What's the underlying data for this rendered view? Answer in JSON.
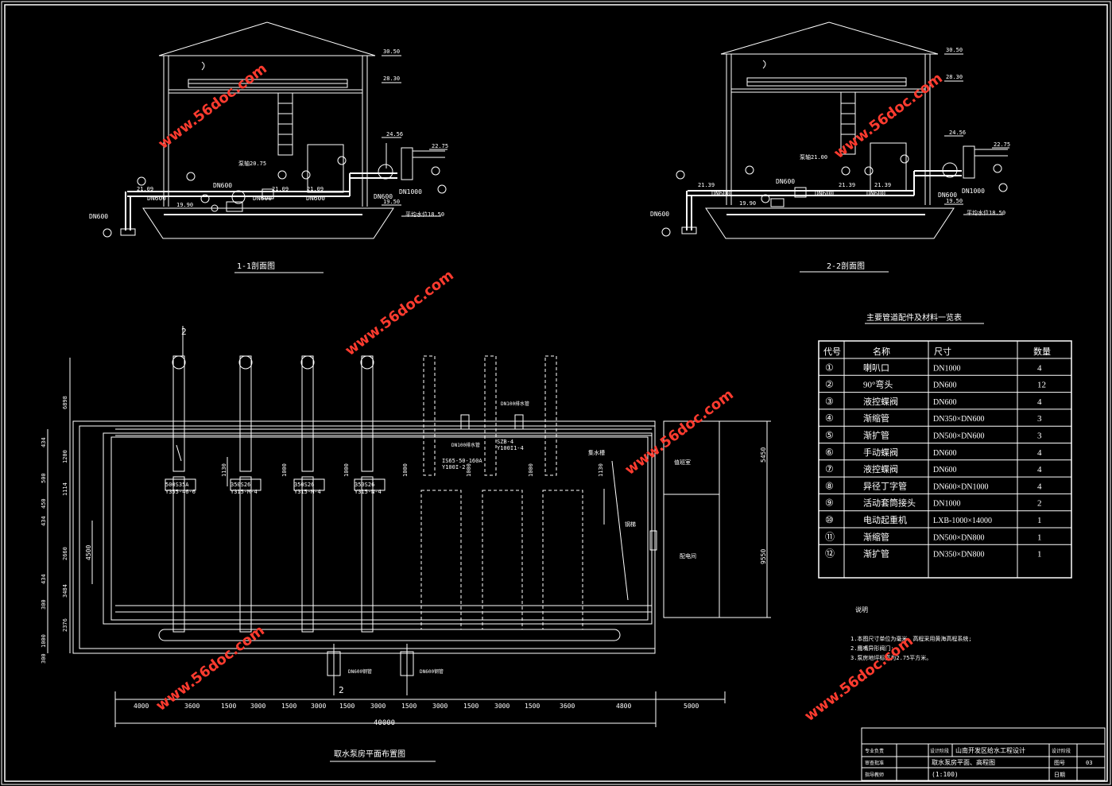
{
  "titles": {
    "section1": "1-1剖面图",
    "section2": "2-2剖面图",
    "plan": "取水泵房平面布置图",
    "materials": "主要管道配件及材料一览表"
  },
  "section_labels": {
    "elev_roof": "30.50",
    "elev_crane": "28.30",
    "elev_pipe_out": "24.56",
    "elev_pipe_top": "22.75",
    "pump_axis_1": "泵轴20.75",
    "pump_axis_2": "泵轴21.00",
    "elev_floor": "21.09",
    "elev_floor2": "21.39",
    "elev_pit": "19.90",
    "elev_base": "19.50",
    "water_level": "平均水位18.50",
    "dn600": "DN600",
    "dn1000": "DN1000"
  },
  "plan_labels": {
    "marker_2": "2",
    "pump_a": "500S35A",
    "motor_a": "Y355-46-6",
    "pump_b": "350S26",
    "motor_b": "Y315-M-4",
    "motor_c": "Y315-M-4",
    "motor_d": "Y315-N-4",
    "sub_pump": "IS65-50-160A",
    "sub_motor": "Y100I-2",
    "szb": "SZB-4",
    "szb_motor": "Y100I1-4",
    "vent_pipe": "DN100排水管",
    "vent_pipe2": "DN100排水管",
    "trench": "集水槽",
    "ladder": "钢梯",
    "duty": "值班室",
    "switch": "配电间",
    "dn600_a": "DN600钢管",
    "dn600_b": "DN600钢管"
  },
  "dimensions": {
    "bottom": [
      "4000",
      "3600",
      "1500",
      "3000",
      "1500",
      "3000",
      "1500",
      "3000",
      "1500",
      "3000",
      "1500",
      "3000",
      "1500",
      "3600",
      "4800",
      "5000"
    ],
    "total": "40000",
    "left_outer": [
      "6898",
      "434",
      "1200",
      "500",
      "1114",
      "450",
      "434",
      "2660",
      "434",
      "3484",
      "300",
      "2376",
      "1000",
      "300"
    ],
    "left_inner": "4500",
    "right": [
      "5450",
      "9550"
    ],
    "pump_gaps": [
      "1130",
      "1000",
      "1000",
      "1000",
      "1000",
      "1000",
      "1130"
    ]
  },
  "table": {
    "headers": [
      "代号",
      "名称",
      "尺寸",
      "数量"
    ],
    "rows": [
      [
        "①",
        "喇叭口",
        "DN1000",
        "4"
      ],
      [
        "②",
        "90°弯头",
        "DN600",
        "12"
      ],
      [
        "③",
        "液控蝶阀",
        "DN600",
        "4"
      ],
      [
        "④",
        "渐缩管",
        "DN350×DN600",
        "3"
      ],
      [
        "⑤",
        "渐扩管",
        "DN500×DN600",
        "3"
      ],
      [
        "⑥",
        "手动蝶阀",
        "DN600",
        "4"
      ],
      [
        "⑦",
        "液控蝶阀",
        "DN600",
        "4"
      ],
      [
        "⑧",
        "异径丁字管",
        "DN600×DN1000",
        "4"
      ],
      [
        "⑨",
        "活动套筒接头",
        "DN1000",
        "2"
      ],
      [
        "⑩",
        "电动起重机",
        "LXB-1000×14000",
        "1"
      ],
      [
        "⑪",
        "渐缩管",
        "DN500×DN800",
        "1"
      ],
      [
        "⑫",
        "渐扩管",
        "DN350×DN800",
        "1"
      ]
    ]
  },
  "notes": {
    "title": "说明",
    "lines": [
      "1.本图尺寸单位为毫米，高程采用黄海高程系统;",
      "2.鹰嘴异形阀门;",
      "3.泵房地坪标高为2.75平方米。"
    ]
  },
  "title_block": {
    "row1": [
      "专业负责",
      "",
      "设计阶段",
      "山南开发区给水工程设计",
      "设计阶段",
      ""
    ],
    "row2": [
      "审查批准",
      "",
      "取水泵房平面、高程图",
      "",
      "图号",
      "03"
    ],
    "row3": [
      "指导教师",
      "",
      "(1:100)",
      "",
      "日期",
      ""
    ]
  },
  "watermark": "www.56doc.com",
  "colors": {
    "line": "#ffffff",
    "watermark": "#ff3b2f",
    "background": "#000000"
  }
}
